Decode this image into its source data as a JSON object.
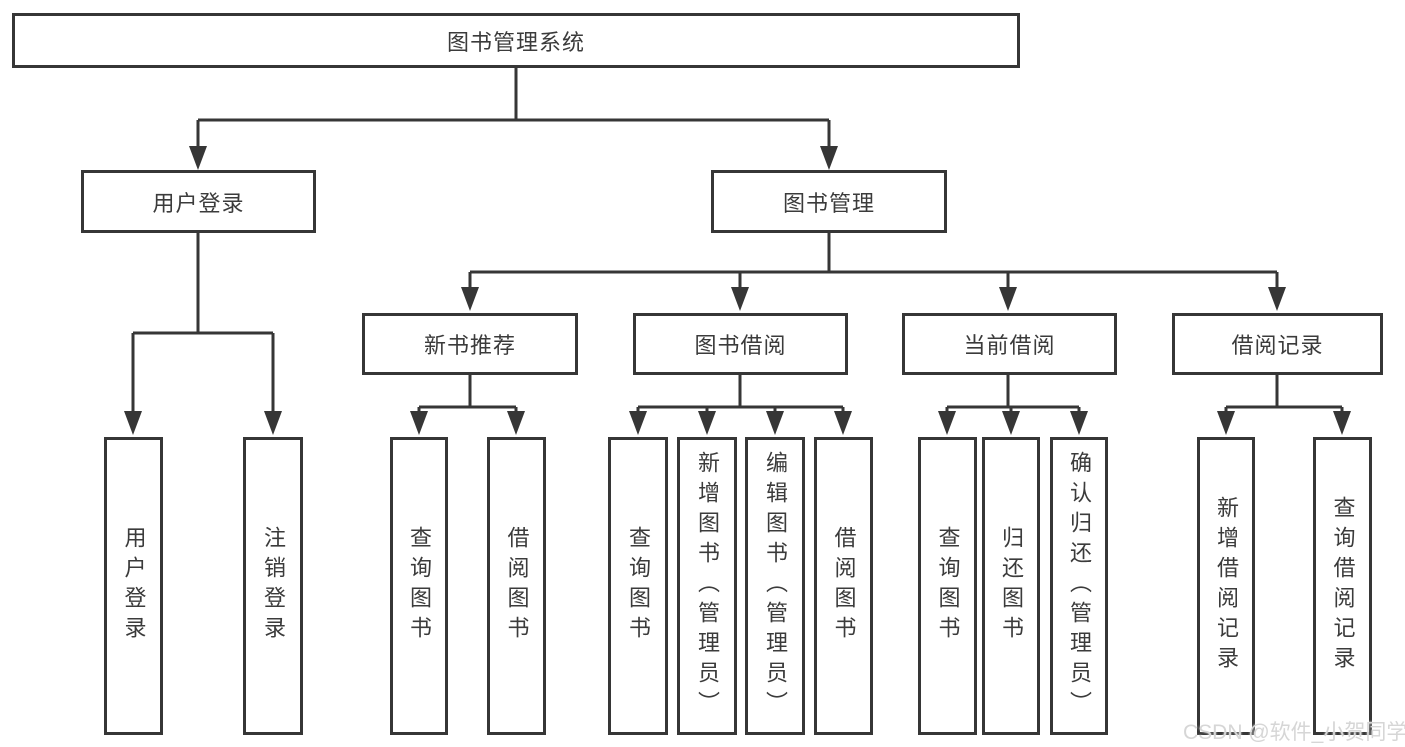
{
  "diagram": {
    "title": "图书管理系统",
    "watermark": "CSDN @软件_小贺同学",
    "colors": {
      "line": "#363636",
      "box_border": "#363636",
      "box_fill": "#ffffff",
      "text": "#3b3b3b",
      "watermark_text": "#d6d6d6"
    },
    "nodes": {
      "root": {
        "label": "图书管理系统"
      },
      "level2": [
        {
          "label": "用户登录"
        },
        {
          "label": "图书管理"
        }
      ],
      "level3": [
        {
          "label": "新书推荐"
        },
        {
          "label": "图书借阅"
        },
        {
          "label": "当前借阅"
        },
        {
          "label": "借阅记录"
        }
      ],
      "leaves": [
        {
          "label": "用户登录"
        },
        {
          "label": "注销登录"
        },
        {
          "label": "查询图书"
        },
        {
          "label": "借阅图书"
        },
        {
          "label": "查询图书"
        },
        {
          "label": "新增图书（管理员）"
        },
        {
          "label": "编辑图书（管理员）"
        },
        {
          "label": "借阅图书"
        },
        {
          "label": "查询图书"
        },
        {
          "label": "归还图书"
        },
        {
          "label": "确认归还（管理员）"
        },
        {
          "label": "新增借阅记录"
        },
        {
          "label": "查询借阅记录"
        }
      ]
    }
  }
}
